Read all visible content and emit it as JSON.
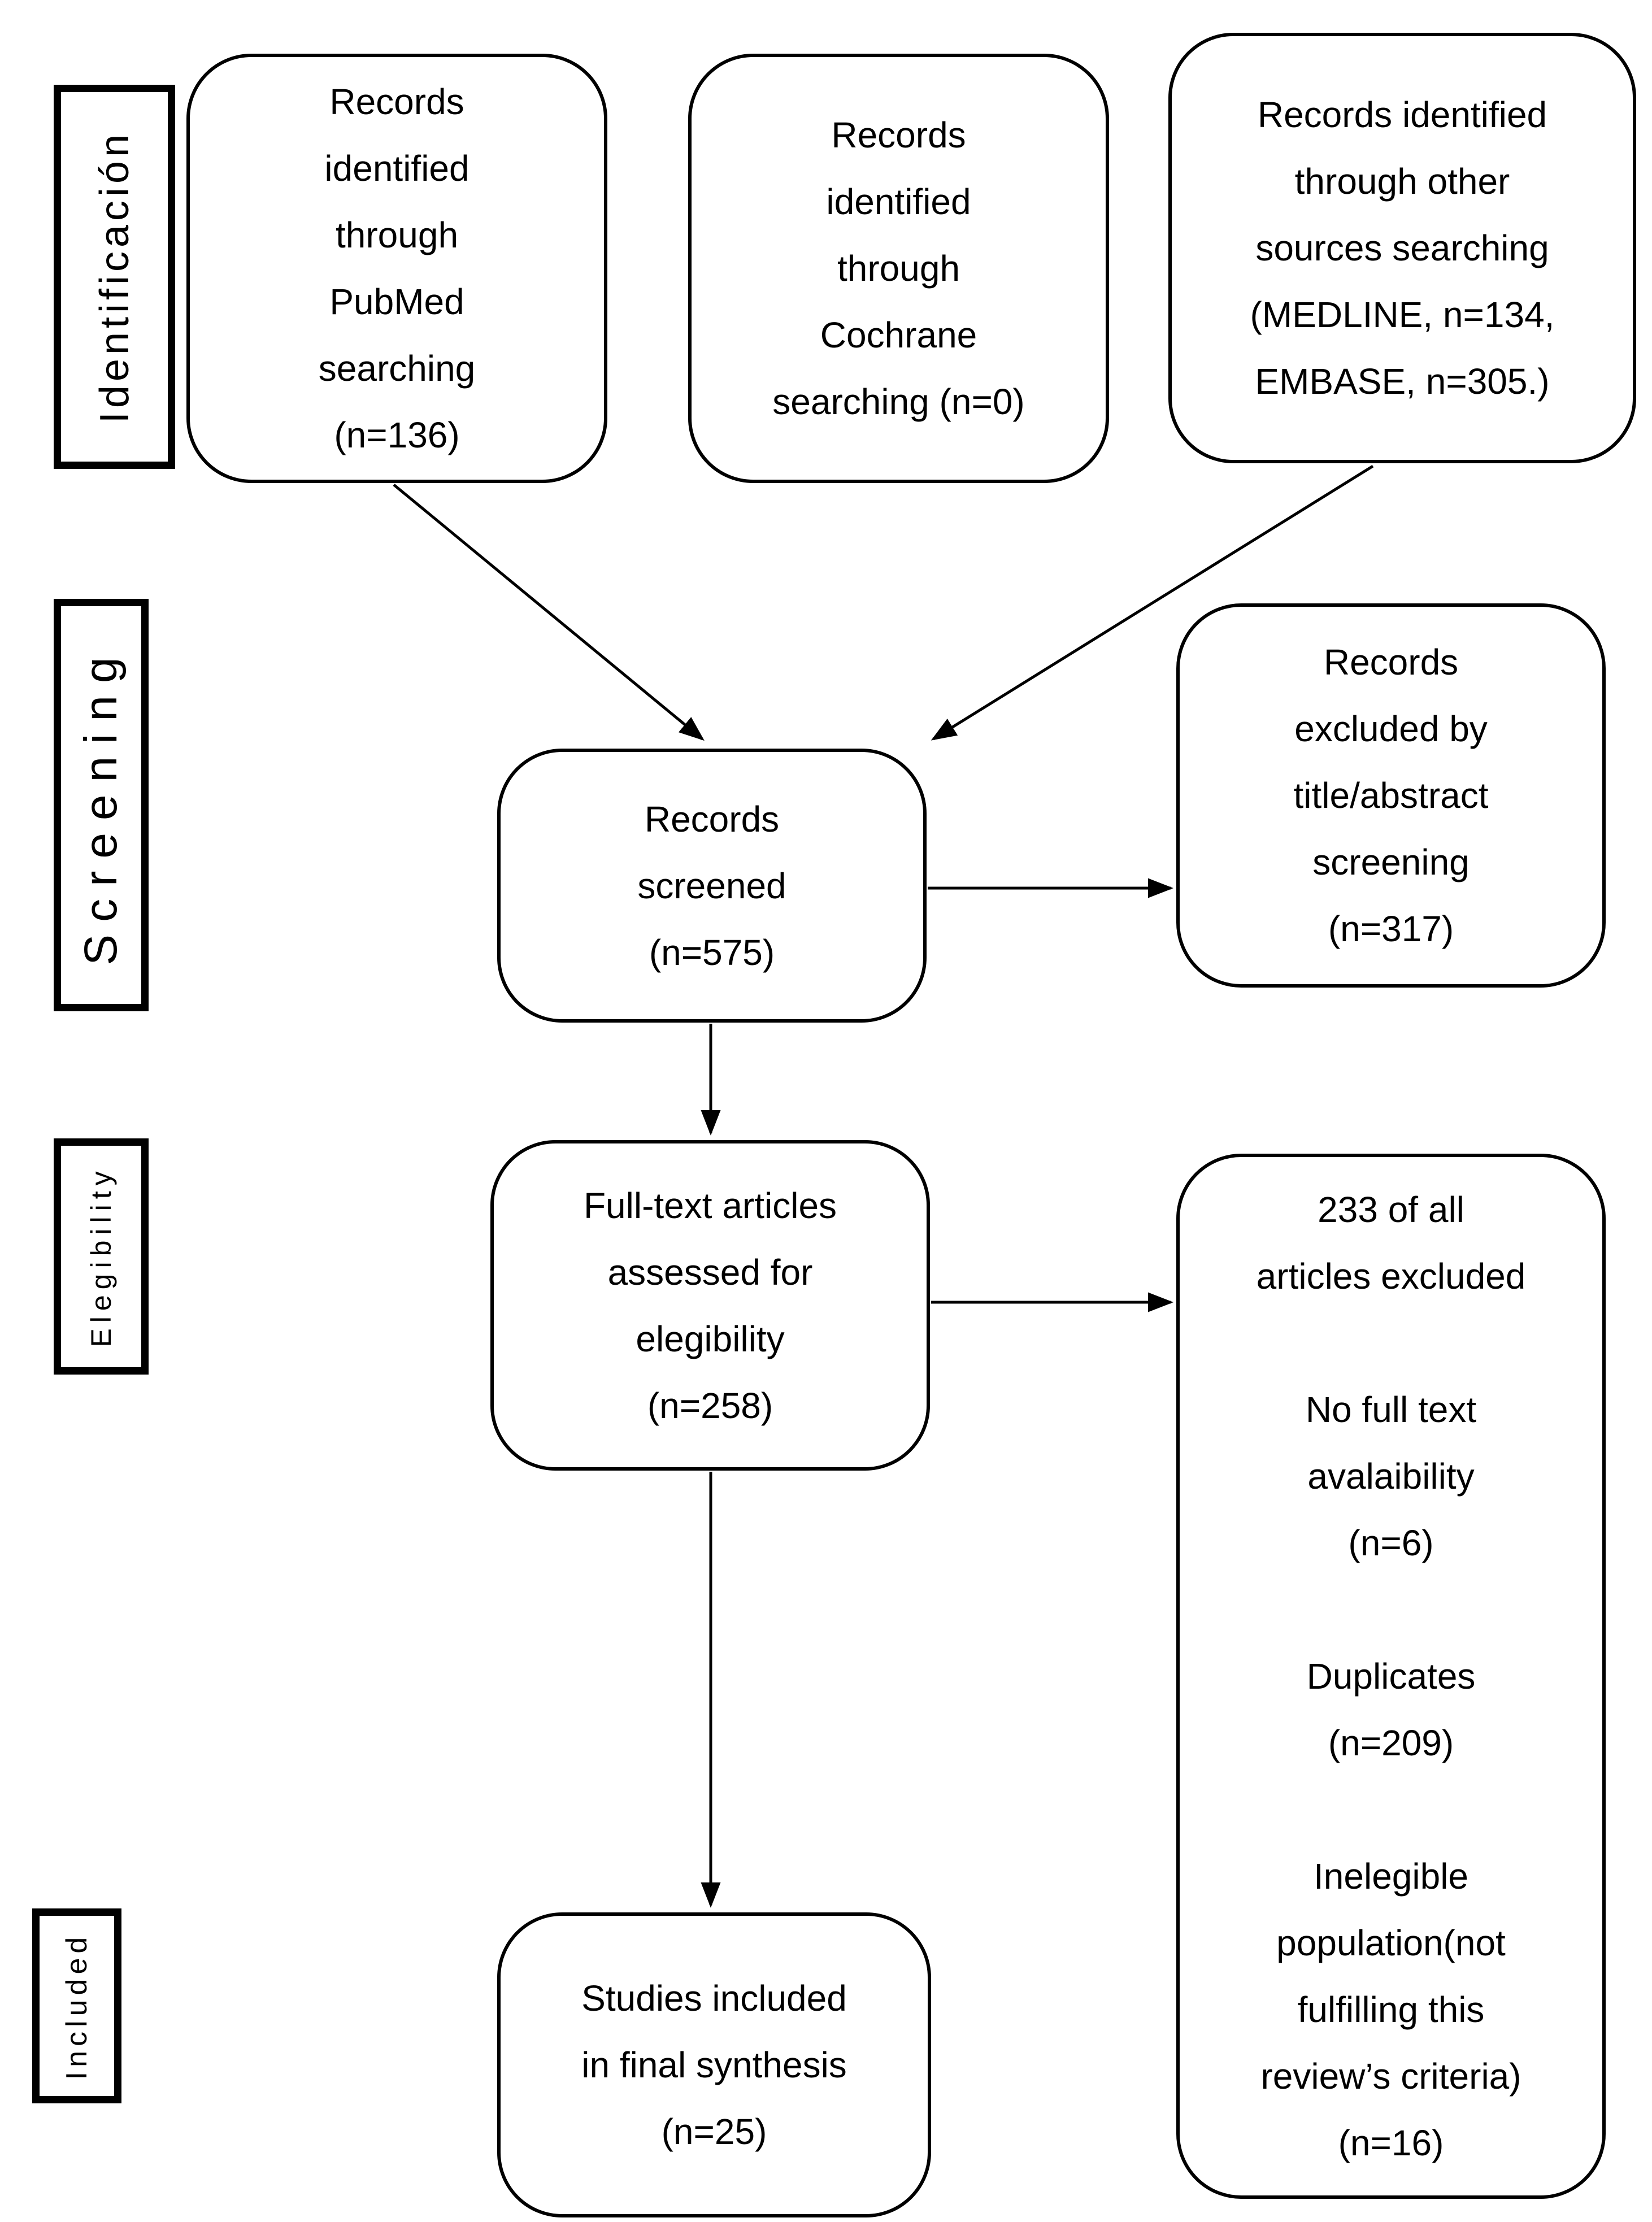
{
  "diagram": {
    "type": "prisma-flowchart",
    "background": "#ffffff",
    "line_color": "#000000",
    "stage_labels": [
      {
        "id": "identificacion",
        "text": "Identificación"
      },
      {
        "id": "screening",
        "text": "Screening"
      },
      {
        "id": "elegibility",
        "text": "Elegibility"
      },
      {
        "id": "included",
        "text": "Included"
      }
    ],
    "boxes": {
      "pubmed": {
        "text": "Records\nidentified\nthrough\nPubMed\nsearching\n(n=136)"
      },
      "cochrane": {
        "text": "Records\nidentified\nthrough\nCochrane\nsearching (n=0)"
      },
      "other_sources": {
        "text": "Records identified\nthrough other\nsources searching\n(MEDLINE, n=134,\nEMBASE, n=305.)"
      },
      "screened": {
        "text": "Records\nscreened\n(n=575)"
      },
      "excluded_screening": {
        "text": "Records\nexcluded by\ntitle/abstract\nscreening\n(n=317)"
      },
      "fulltext": {
        "text": "Full-text articles\nassessed for\nelegibility\n(n=258)"
      },
      "excluded_eligibility": {
        "text": "233 of all\narticles excluded\n\nNo full text\navalaibility\n(n=6)\n\nDuplicates\n(n=209)\n\nInelegible\npopulation(not\nfulfilling this\nreview’s criteria)\n(n=16)"
      },
      "included_final": {
        "text": "Studies included\nin final synthesis\n(n=25)"
      }
    }
  }
}
